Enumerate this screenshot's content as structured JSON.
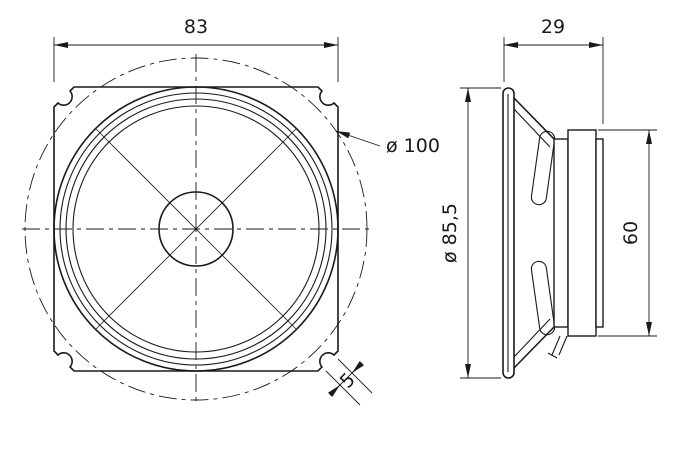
{
  "drawing": {
    "title": "loudspeaker-dimension-drawing",
    "front_view": {
      "width_dim": "83",
      "outer_diameter_label": "ø 100",
      "slot_width_dim": "5"
    },
    "side_view": {
      "depth_dim": "29",
      "diameter_dim": "ø 85,5",
      "magnet_height_dim": "60"
    },
    "colors": {
      "line": "#1a1a1a",
      "background": "#ffffff"
    }
  }
}
